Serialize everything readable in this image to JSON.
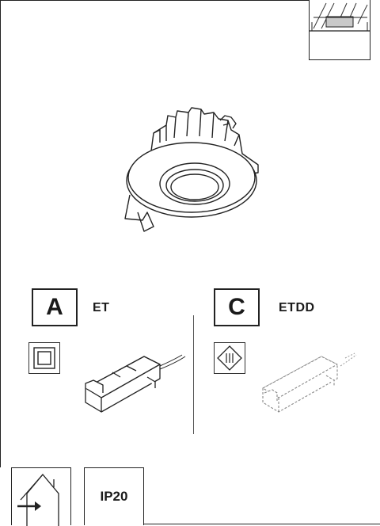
{
  "driver_a": {
    "letter": "A",
    "type": "ET"
  },
  "driver_c": {
    "letter": "C",
    "type": "ETDD"
  },
  "ingress": {
    "rating": "IP20"
  },
  "icons": {
    "ceiling_cut": "ceiling-installation-icon",
    "class_ii": "double-insulation-icon",
    "class_iii": "class-iii-icon",
    "indoor": "indoor-use-icon"
  }
}
